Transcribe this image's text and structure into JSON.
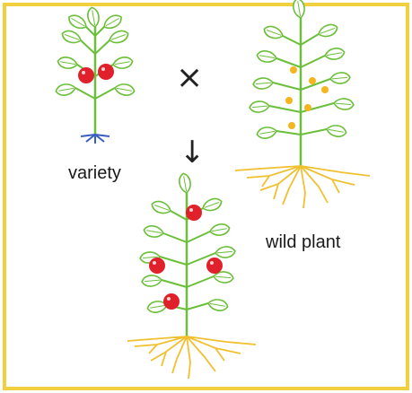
{
  "labels": {
    "variety": "variety",
    "wild_plant": "wild plant"
  },
  "symbols": {
    "cross": "×",
    "arrow": "↓"
  },
  "colors": {
    "border": "#f2cf3f",
    "stem": "#6bbf3a",
    "leaf_fill": "#ffffff",
    "leaf_edge": "#6bbf3a",
    "fruit_red": "#e0202a",
    "fruit_yellow": "#f5b51e",
    "root_variety": "#3a5fc0",
    "root_wild": "#f0c030"
  },
  "icons": {
    "variety_plant": "tomato-variety-plant",
    "wild_plant": "wild-tomato-plant",
    "offspring_plant": "hybrid-tomato-plant"
  }
}
